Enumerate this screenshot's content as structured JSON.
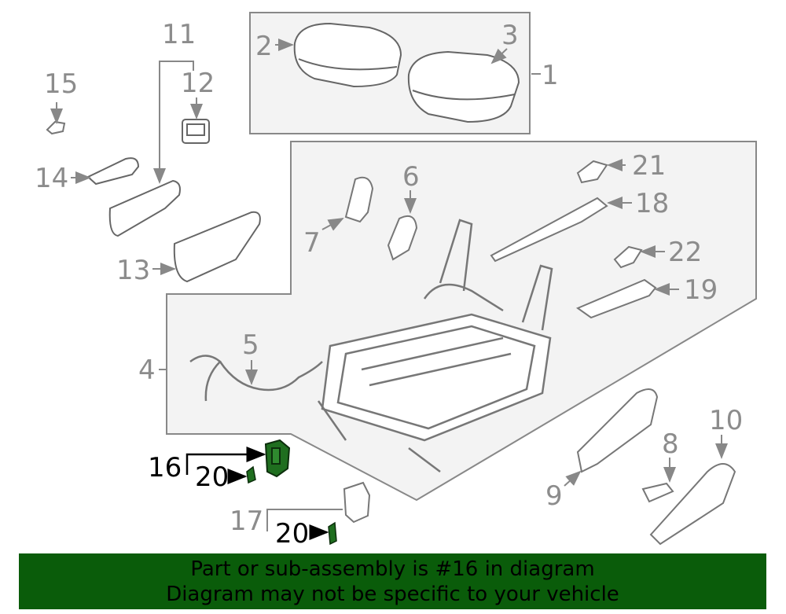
{
  "callouts": {
    "c1": "1",
    "c2": "2",
    "c3": "3",
    "c4": "4",
    "c5": "5",
    "c6": "6",
    "c7": "7",
    "c8": "8",
    "c9": "9",
    "c10": "10",
    "c11": "11",
    "c12": "12",
    "c13": "13",
    "c14": "14",
    "c15": "15",
    "c16": "16",
    "c17": "17",
    "c18": "18",
    "c19": "19",
    "c20a": "20",
    "c20b": "20",
    "c21": "21",
    "c22": "22"
  },
  "colors": {
    "highlight_part": "#1f6e1f",
    "line_art": "#888888",
    "box_fill": "#f3f3f3",
    "banner_bg": "#0a5c0a"
  },
  "banner": {
    "line1": "Part or sub-assembly is #16 in diagram",
    "line2": "Diagram may not be specific to your vehicle"
  }
}
